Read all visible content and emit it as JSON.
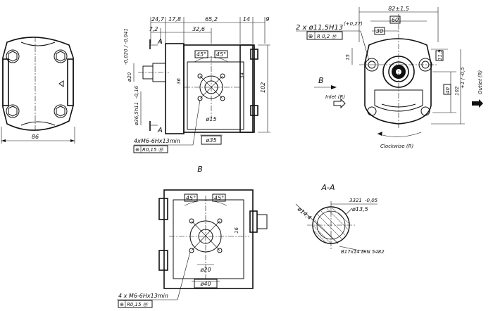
{
  "view1": {
    "dim_width": "86"
  },
  "view2": {
    "dims_top": [
      "24,7",
      "17,8",
      "65,2",
      "14",
      "9"
    ],
    "dims_top2": [
      "7,2",
      "32,6"
    ],
    "section_label_top": "A",
    "section_label_bottom": "A",
    "angle_left": "45°",
    "angle_right": "45°",
    "dim_shaft": "ø20",
    "dim_shaft_tol": "-0,020 / -0,041",
    "dim_pilot": "ø36,5h11",
    "dim_pilot_tol": "-0,16",
    "dim_offset": "36",
    "dim_34": "34",
    "dim_102": "102",
    "dim_bore": "ø15",
    "dim_bolt_circle": "ø35",
    "thread_note": "4xM6-6Hx13min",
    "thread_tolerance": "R0,15 Ⓜ"
  },
  "view3": {
    "hole_note": "2 x ø11,5H13",
    "hole_tol": "(+0,27)",
    "hole_tolerance": "R 0,2 Ⓜ",
    "dim_82": "82±1,5",
    "dim_60": "60",
    "dim_30": "30",
    "dim_15": "15",
    "dim_11_9": "11,9",
    "dim_40": "40",
    "dim_102": "102",
    "dim_102_tol": "+1 / -0,5",
    "view_label": "B",
    "inlet_label": "Inlet (R)",
    "outlet_label": "Outlet (R)",
    "rotation_label": "Clockwise (R)"
  },
  "view4": {
    "view_label": "B",
    "angle_left": "45°",
    "angle_right": "45°",
    "dim_offset": "16",
    "dim_bore": "ø20",
    "dim_bolt_circle": "ø40",
    "thread_note": "4 x M6-6Hx13min",
    "thread_tolerance": "R0,15 Ⓜ"
  },
  "section": {
    "label": "A-A",
    "dim_length": "3321",
    "dim_length_tol": "-0,05",
    "dim_d1": "ø14,4",
    "dim_d2": "ø13,5",
    "spline_note": "B17x14 DIN 5482"
  }
}
